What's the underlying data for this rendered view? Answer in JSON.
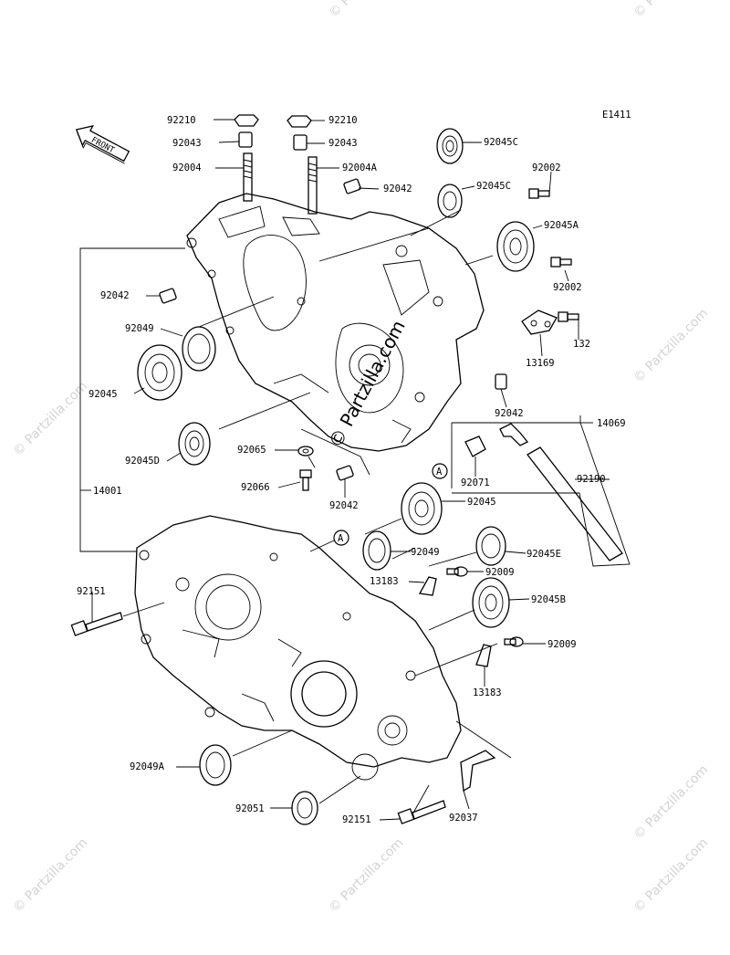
{
  "diagram": {
    "code": "E1411",
    "front_label": "FRONT",
    "watermark_center": "© Partzilla.com",
    "watermark_side": "© Partzilla.com",
    "callout_letter": "A",
    "labels": [
      "92210",
      "92043",
      "92004",
      "92210",
      "92043",
      "92004A",
      "92045C",
      "92002",
      "92042",
      "92045C",
      "92045A",
      "92002",
      "92042",
      "92049",
      "132",
      "13169",
      "92045",
      "92042",
      "14069",
      "92065",
      "92045D",
      "92071",
      "92190",
      "92066",
      "92042",
      "14001",
      "92045",
      "92049",
      "92045E",
      "13183",
      "92009",
      "92151",
      "92045B",
      "92009",
      "13183",
      "92049A",
      "92051",
      "92151",
      "92037"
    ]
  }
}
